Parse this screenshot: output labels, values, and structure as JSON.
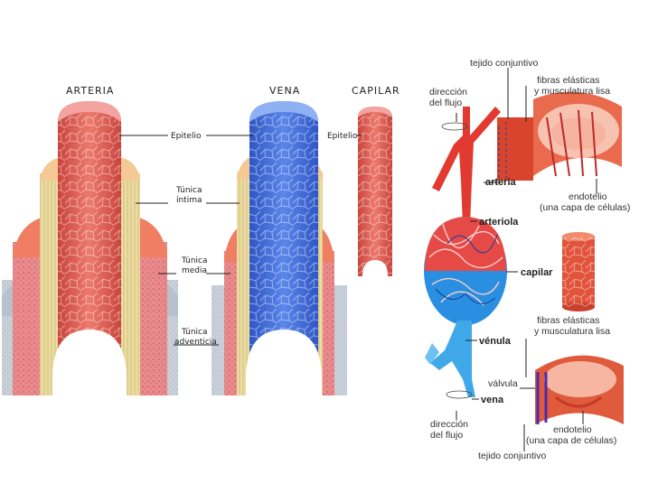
{
  "left_diagram": {
    "headers": {
      "artery": "ARTERIA",
      "vein": "VENA",
      "capillary": "CAPILAR"
    },
    "labels": {
      "epithelium_left": "Epitelio",
      "epithelium_right": "Epitelio",
      "tunica_intima_1": "Túnica",
      "tunica_intima_2": "íntima",
      "tunica_media_1": "Túnica",
      "tunica_media_2": "media",
      "tunica_adventitia_1": "Túnica",
      "tunica_adventitia_2": "adventicia"
    }
  },
  "right_diagram": {
    "labels": {
      "tejido_top": "tejido conjuntivo",
      "fibras_top_1": "fibras elásticas",
      "fibras_top_2": "y musculatura lisa",
      "direccion_top_1": "dirección",
      "direccion_top_2": "del flujo",
      "arteria": "arteria",
      "endotelio_top_1": "endotelio",
      "endotelio_top_2": "(una capa de células)",
      "arteriola": "arteriola",
      "capilar": "capilar",
      "fibras_bottom_1": "fibras elásticas",
      "fibras_bottom_2": "y musculatura lisa",
      "venula": "vénula",
      "valvula": "válvula",
      "vena": "vena",
      "direccion_bottom_1": "dirección",
      "direccion_bottom_2": "del flujo",
      "endotelio_bottom_1": "endotelio",
      "endotelio_bottom_2": "(una capa de células)",
      "tejido_bottom": "tejido conjuntivo"
    }
  },
  "colors": {
    "artery_red": "#e0645a",
    "vein_blue": "#4a72d8",
    "intima_cream": "#ecdca0",
    "media_pink": "#e98a8c",
    "adventitia_gray": "#c9d0da",
    "vessel_light_blue": "#3fa8e8"
  }
}
